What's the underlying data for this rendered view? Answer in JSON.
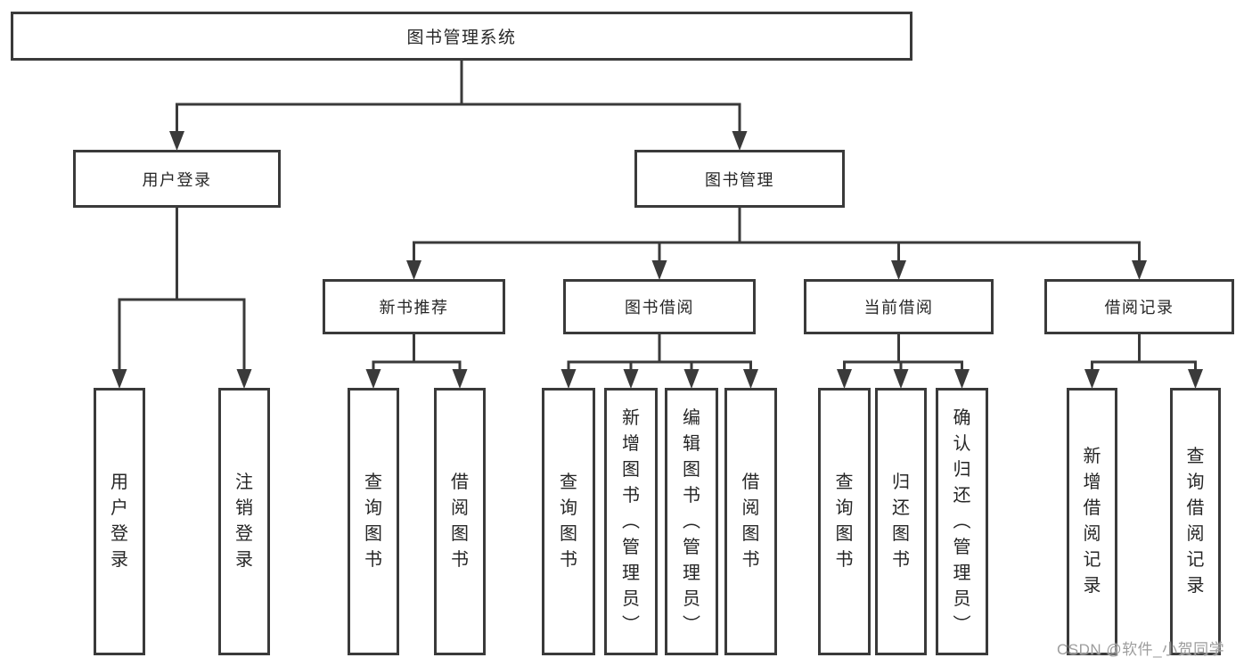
{
  "title": "图书管理系统",
  "watermark": "CSDN @软件_小贺同学",
  "colors": {
    "line": "#3a3a3a",
    "box_border": "#3a3a3a",
    "text": "#262626",
    "watermark": "#9d9d9d",
    "background": "#ffffff"
  },
  "nodes": {
    "root": "图书管理系统",
    "user-login": "用户登录",
    "book-mgmt": "图书管理",
    "new-books": "新书推荐",
    "book-borrow": "图书借阅",
    "current-borrow": "当前借阅",
    "borrow-records": "借阅记录",
    "ul-login": "用户登录",
    "ul-logout": "注销登录",
    "nb-query": "查询图书",
    "nb-borrow": "借阅图书",
    "bb-query": "查询图书",
    "bb-add": "新增图书（管理员）",
    "bb-edit": "编辑图书（管理员）",
    "bb-borrow": "借阅图书",
    "cb-query": "查询图书",
    "cb-return": "归还图书",
    "cb-confirm": "确认归还（管理员）",
    "br-add": "新增借阅记录",
    "br-query": "查询借阅记录"
  },
  "edges": [
    {
      "parent": "root",
      "children": [
        "user-login",
        "book-mgmt"
      ]
    },
    {
      "parent": "user-login",
      "children": [
        "ul-login",
        "ul-logout"
      ]
    },
    {
      "parent": "book-mgmt",
      "children": [
        "new-books",
        "book-borrow",
        "current-borrow",
        "borrow-records"
      ]
    },
    {
      "parent": "new-books",
      "children": [
        "nb-query",
        "nb-borrow"
      ]
    },
    {
      "parent": "book-borrow",
      "children": [
        "bb-query",
        "bb-add",
        "bb-edit",
        "bb-borrow"
      ]
    },
    {
      "parent": "current-borrow",
      "children": [
        "cb-query",
        "cb-return",
        "cb-confirm"
      ]
    },
    {
      "parent": "borrow-records",
      "children": [
        "br-add",
        "br-query"
      ]
    }
  ]
}
